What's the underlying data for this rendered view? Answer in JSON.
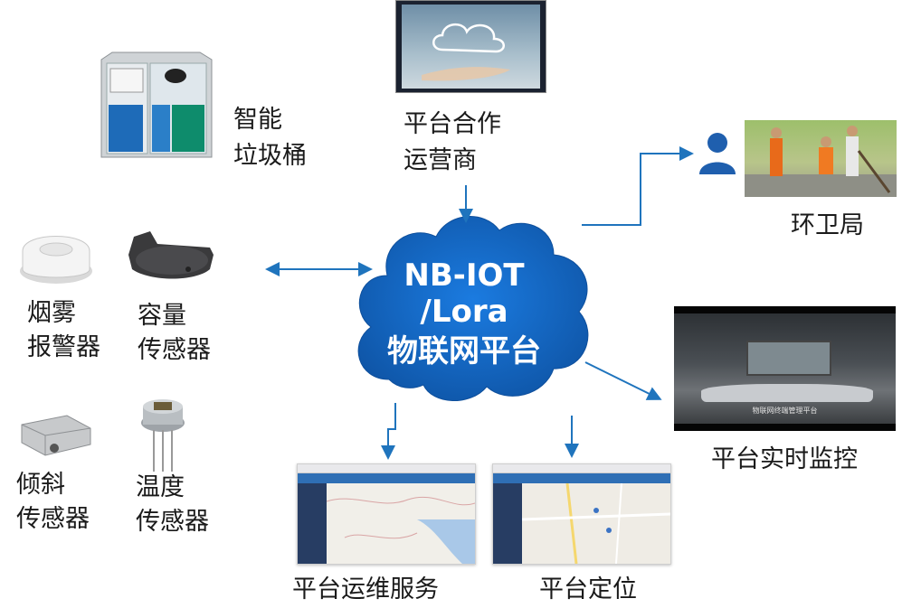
{
  "center": {
    "line1": "NB-IOT",
    "line2": "/Lora",
    "line3": "物联网平台"
  },
  "nodes": {
    "trash_bin": {
      "line1": "智能",
      "line2": "垃圾桶"
    },
    "operator": {
      "line1": "平台合作",
      "line2": "运营商"
    },
    "sanitation": {
      "label": "环卫局"
    },
    "smoke": {
      "line1": "烟雾",
      "line2": "报警器"
    },
    "capacity": {
      "line1": "容量",
      "line2": "传感器"
    },
    "tilt": {
      "line1": "倾斜",
      "line2": "传感器"
    },
    "temperature": {
      "line1": "温度",
      "line2": "传感器"
    },
    "monitor": {
      "label": "平台实时监控",
      "screen_caption": "物联网终端管理平台"
    },
    "maintenance": {
      "label": "平台运维服务"
    },
    "positioning": {
      "label": "平台定位"
    }
  },
  "colors": {
    "cloud": "#1565c0",
    "arrow": "#1f74bd",
    "person_icon": "#1f5fae"
  }
}
